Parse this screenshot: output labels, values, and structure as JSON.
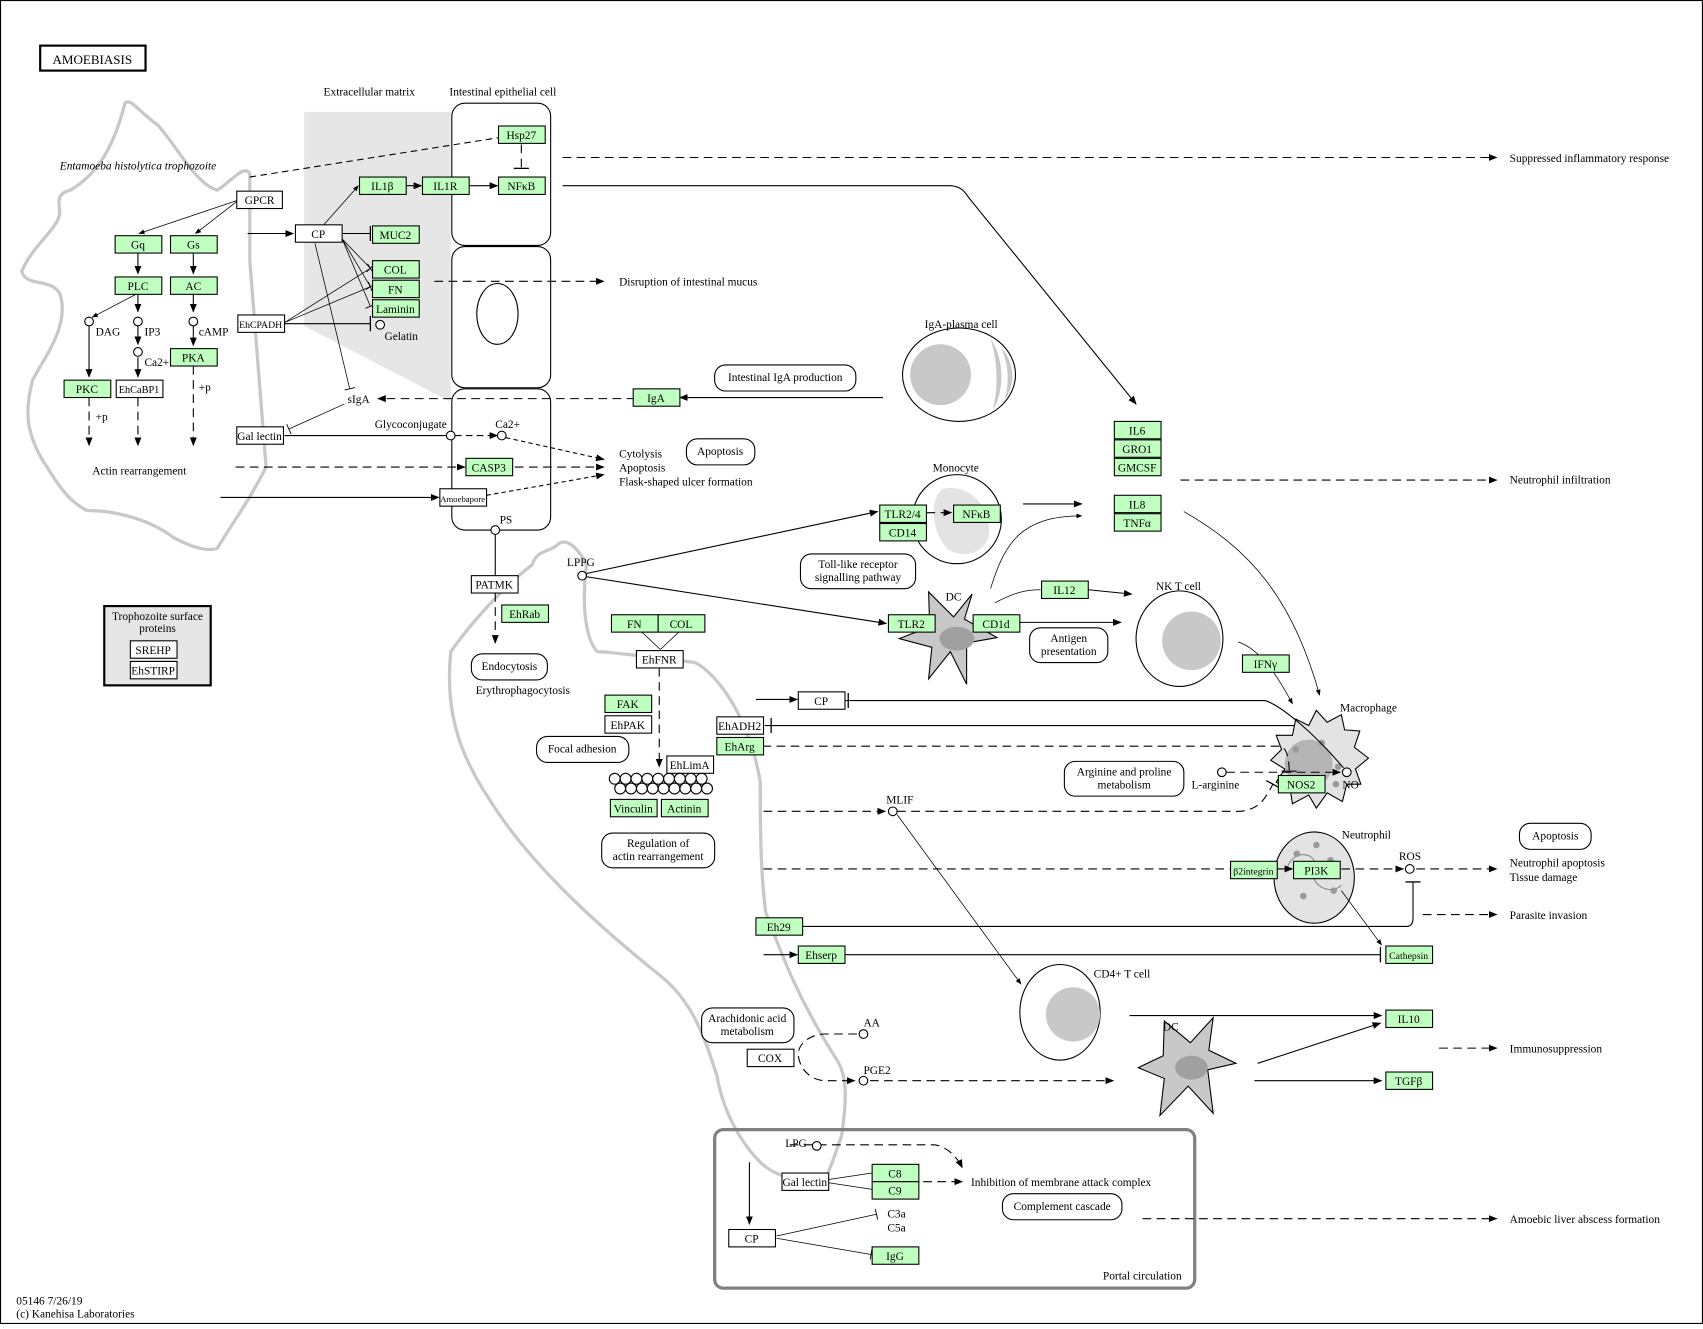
{
  "title": "AMOEBIASIS",
  "footer": {
    "id_date": "05146 7/26/19",
    "copyright": "(c) Kanehisa Laboratories"
  },
  "colors": {
    "gene_fill": "#bfffbf",
    "outline": "#c8c8c8",
    "ecm_shade": "#e6e6e6",
    "cell_gray": "#c8c8c8"
  },
  "regions": {
    "trophozoite": "Entamoeba histolytica trophozoite",
    "ecm": "Extracellular matrix",
    "epithelial": "Intestinal epithelial cell",
    "iga_plasma": "IgA-plasma cell",
    "monocyte": "Monocyte",
    "dc1": "DC",
    "nkt": "NK T cell",
    "macrophage": "Macrophage",
    "neutrophil": "Neutrophil",
    "cd4": "CD4+ T cell",
    "dc2": "DC",
    "portal": "Portal circulation"
  },
  "legend": {
    "title1": "Trophozoite surface",
    "title2": "proteins",
    "items": [
      "SREHP",
      "EhSTIRP"
    ]
  },
  "genes": {
    "gpcr": "GPCR",
    "gq": "Gq",
    "gs": "Gs",
    "plc": "PLC",
    "ac": "AC",
    "pka": "PKA",
    "pkc": "PKC",
    "ehcabp1": "EhCaBP1",
    "cp1": "CP",
    "ehcpadh": "EhCPADH",
    "gallectin1": "Gal lectin",
    "amoebapore": "Amoebapore",
    "il1b": "IL1β",
    "il1r": "IL1R",
    "nfkb1": "NFκB",
    "hsp27": "Hsp27",
    "muc2": "MUC2",
    "col1": "COL",
    "fn1": "FN",
    "laminin": "Laminin",
    "iga": "IgA",
    "casp3": "CASP3",
    "patmk": "PATMK",
    "ehrab": "EhRab",
    "fn2": "FN",
    "col2": "COL",
    "ehfnr": "EhFNR",
    "fak": "FAK",
    "ehpak": "EhPAK",
    "ehlima": "EhLimA",
    "vinculin": "Vinculin",
    "actinin": "Actinin",
    "tlr24": "TLR2/4",
    "cd14": "CD14",
    "nfkb2": "NFκB",
    "tlr2": "TLR2",
    "cd1d": "CD1d",
    "il12": "IL12",
    "il6": "IL6",
    "gro1": "GRO1",
    "gmcsf": "GMCSF",
    "il8": "IL8",
    "tnfa": "TNFα",
    "ifng": "IFNγ",
    "cp2": "CP",
    "ehadh2": "EhADH2",
    "eharg": "EhArg",
    "nos2": "NOS2",
    "b2integrin": "β2integrin",
    "pi3k": "PI3K",
    "eh29": "Eh29",
    "ehserp": "Ehserp",
    "cathepsin": "Cathepsin",
    "cox": "COX",
    "il10": "IL10",
    "tgfb": "TGFβ",
    "gallectin2": "Gal lectin",
    "c8": "C8",
    "c9": "C9",
    "cp3": "CP",
    "igg": "IgG"
  },
  "compounds": {
    "dag": "DAG",
    "ip3": "IP3",
    "ca1": "Ca2+",
    "camp": "cAMP",
    "gelatin": "Gelatin",
    "siga": "sIgA",
    "glyco": "Glycoconjugate",
    "ca2": "Ca2+",
    "ps": "PS",
    "lppg": "LPPG",
    "mlif": "MLIF",
    "larg": "L-arginine",
    "no": "NO",
    "ros": "ROS",
    "aa": "AA",
    "pge2": "PGE2",
    "lpg": "LPG",
    "c3a": "C3a",
    "c5a": "C5a"
  },
  "pathway_maps": {
    "iga_prod": "Intestinal IgA production",
    "apoptosis1": "Apoptosis",
    "tlr": [
      "Toll-like receptor",
      "signalling pathway"
    ],
    "antigen": [
      "Antigen",
      "presentation"
    ],
    "endocytosis": "Endocytosis",
    "focal": "Focal adhesion",
    "actin_reg": [
      "Regulation of",
      "actin rearrangement"
    ],
    "arg_pro": [
      "Arginine and proline",
      "metabolism"
    ],
    "apoptosis2": "Apoptosis",
    "arachidonic": [
      "Arachidonic acid",
      "metabolism"
    ],
    "complement": "Complement cascade"
  },
  "labels": {
    "plus_p": "+p",
    "actin_rearr": "Actin rearrangement",
    "suppressed": "Suppressed inflammatory response",
    "disruption": "Disruption of  intestinal mucus",
    "cytolysis": "Cytolysis",
    "apoptosis_txt": "Apoptosis",
    "flask": "Flask-shaped ulcer formation",
    "neutrophil_infil": "Neutrophil infiltration",
    "erythro": "Erythrophagocytosis",
    "neut_apop": "Neutrophil apoptosis",
    "tissue": "Tissue damage",
    "parasite": "Parasite invasion",
    "immuno": "Immunosuppression",
    "inhibition_mac": "Inhibition of membrane attack complex",
    "liver": "Amoebic liver abscess formation"
  }
}
